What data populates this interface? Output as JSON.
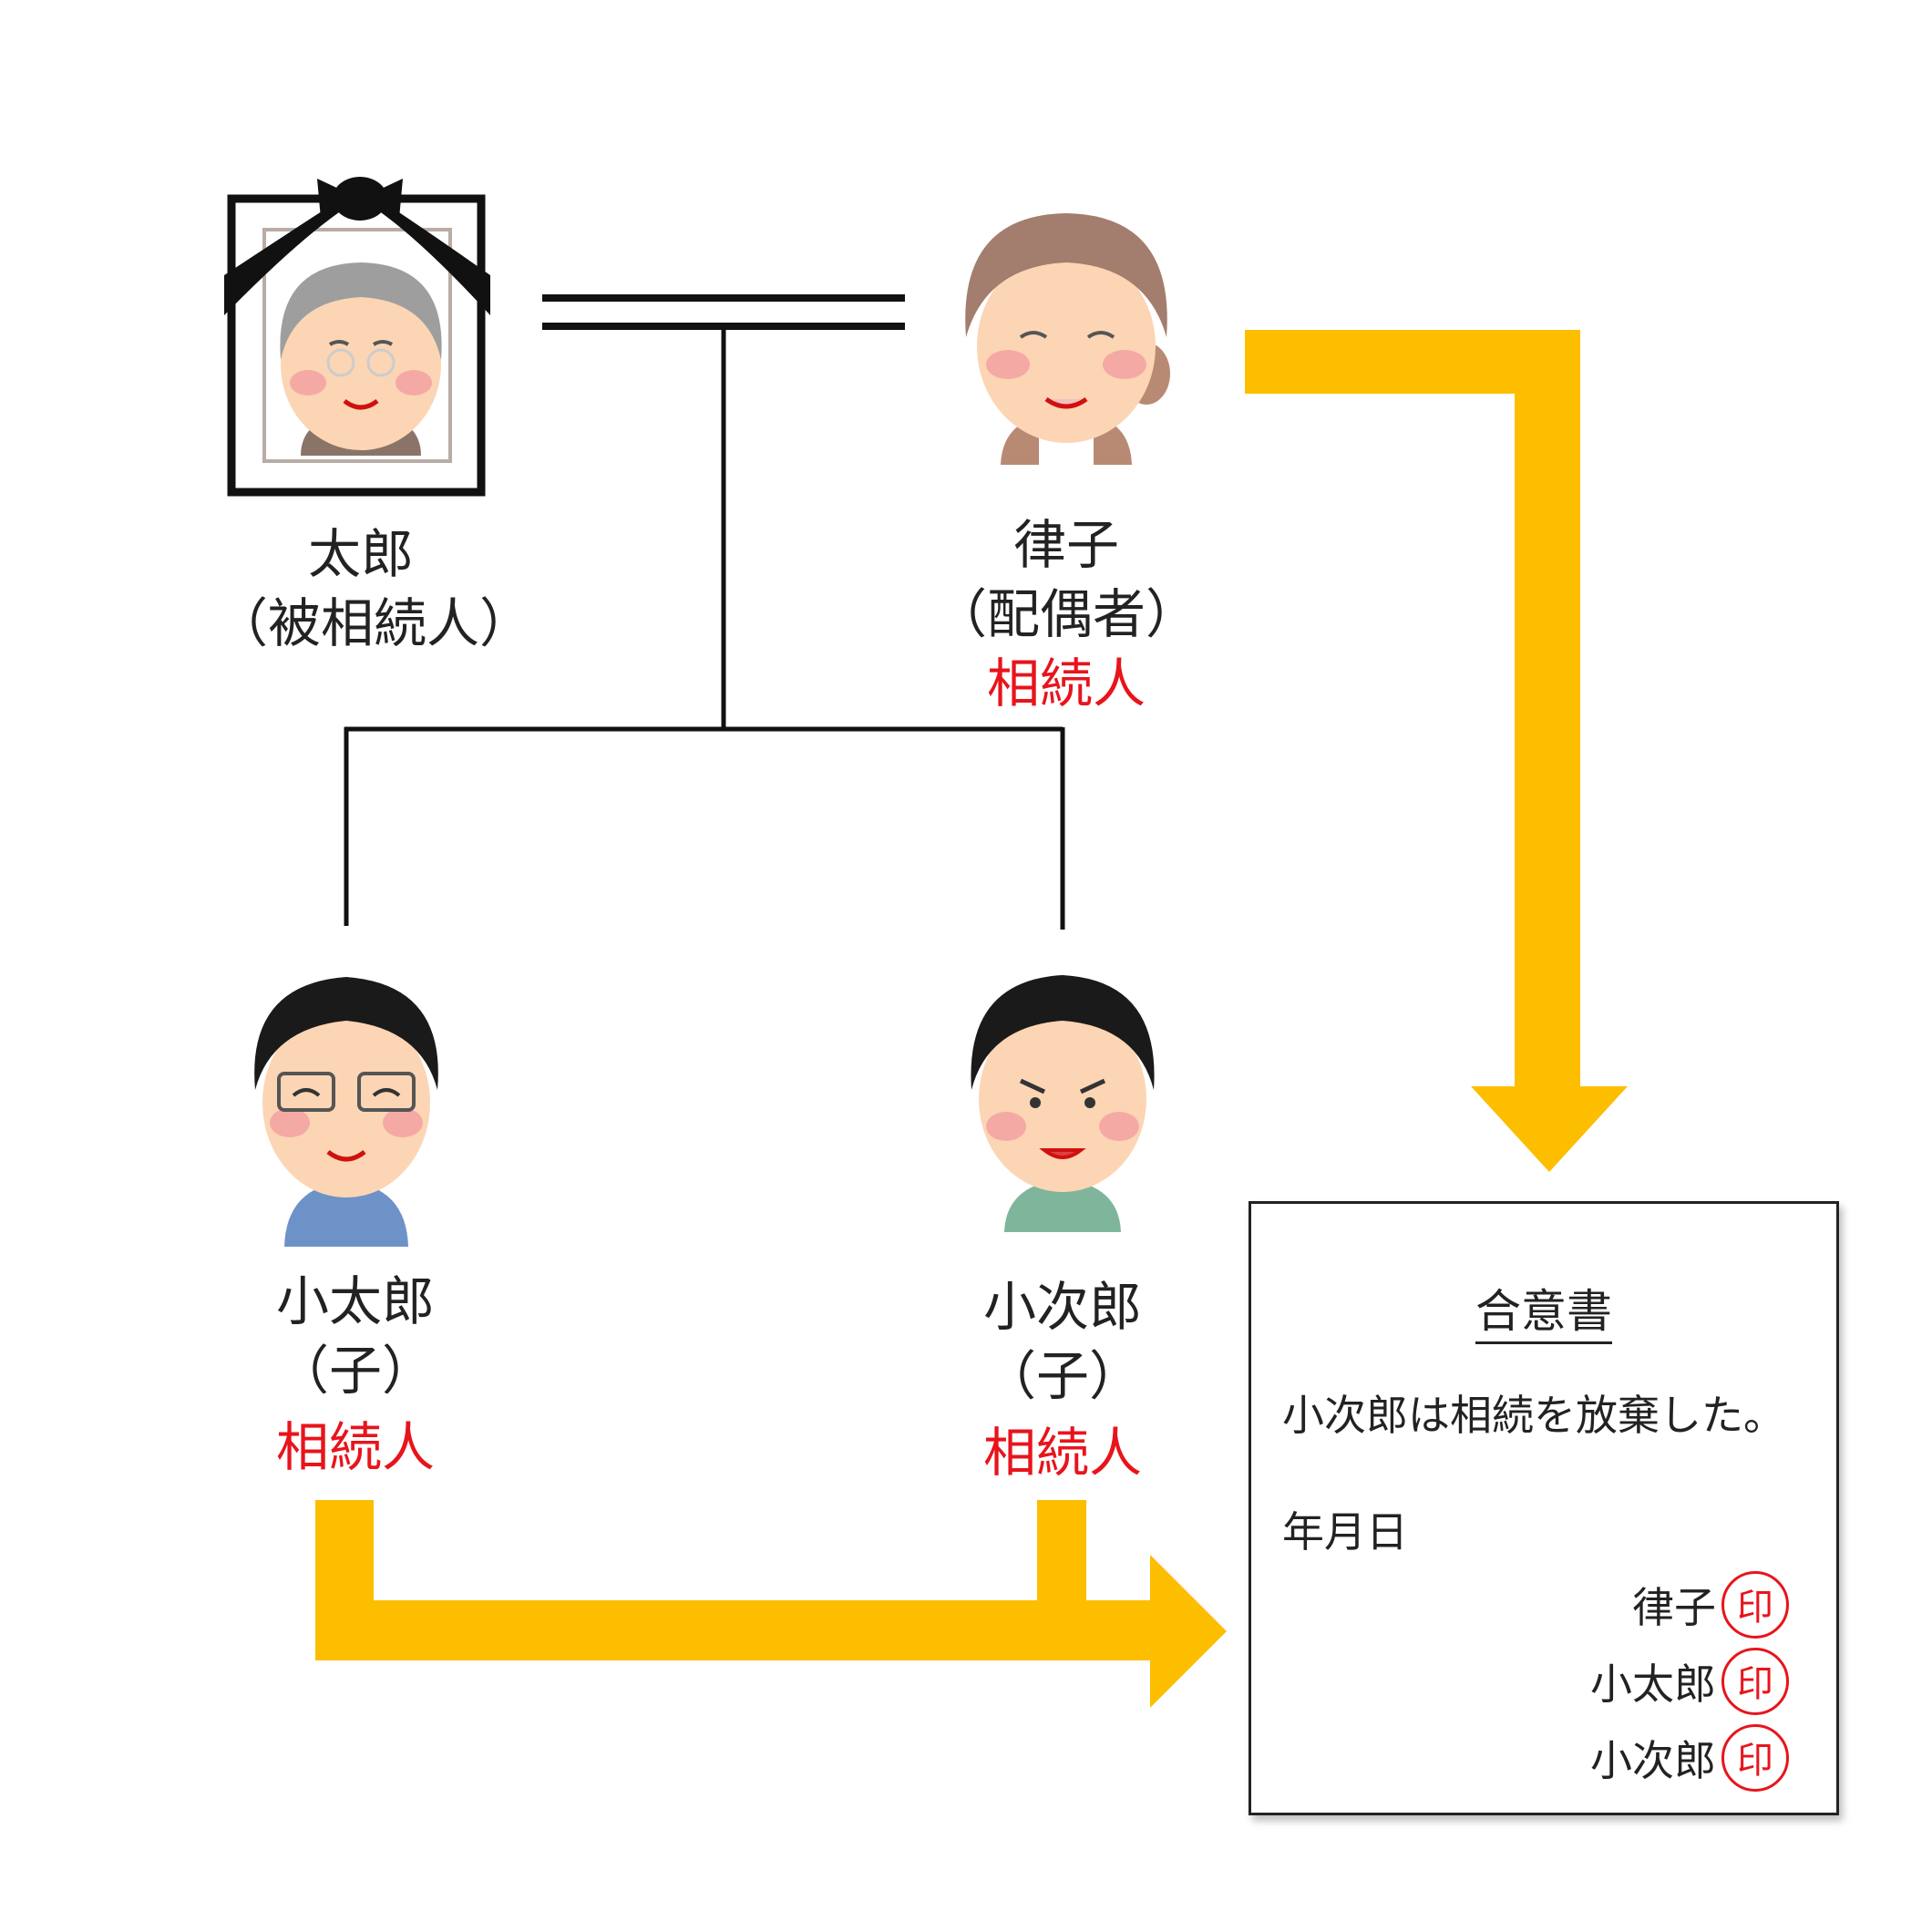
{
  "people": {
    "deceased": {
      "name": "太郎",
      "role": "（被相続人）"
    },
    "spouse": {
      "name": "律子",
      "role": "（配偶者）",
      "status": "相続人"
    },
    "child1": {
      "name": "小太郎",
      "role": "（子）",
      "status": "相続人"
    },
    "child2": {
      "name": "小次郎",
      "role": "（子）",
      "status": "相続人"
    }
  },
  "document": {
    "title": "合意書",
    "body": "小次郎は相続を放棄した。",
    "date": "年月日",
    "signatures": [
      {
        "name": "律子",
        "seal": "印"
      },
      {
        "name": "小太郎",
        "seal": "印"
      },
      {
        "name": "小次郎",
        "seal": "印"
      }
    ]
  },
  "colors": {
    "arrow": "#fdbe00",
    "line": "#111111",
    "heir_text": "#e8141c"
  }
}
